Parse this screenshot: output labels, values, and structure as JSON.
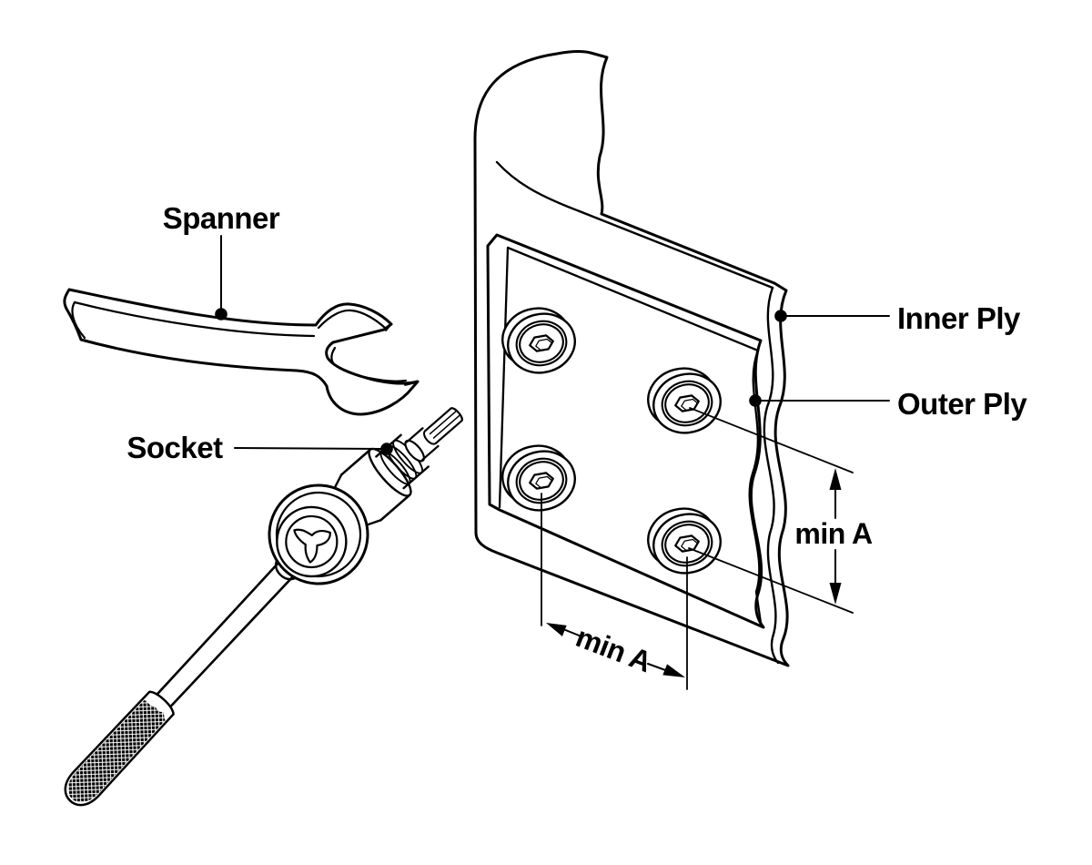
{
  "diagram": {
    "background": "#ffffff",
    "line_color": "#000000",
    "labels": {
      "spanner": "Spanner",
      "socket": "Socket",
      "inner_ply": "Inner Ply",
      "outer_ply": "Outer Ply"
    },
    "dimensions": {
      "vertical_min_a": "min A",
      "horizontal_min_a": "min A"
    }
  }
}
